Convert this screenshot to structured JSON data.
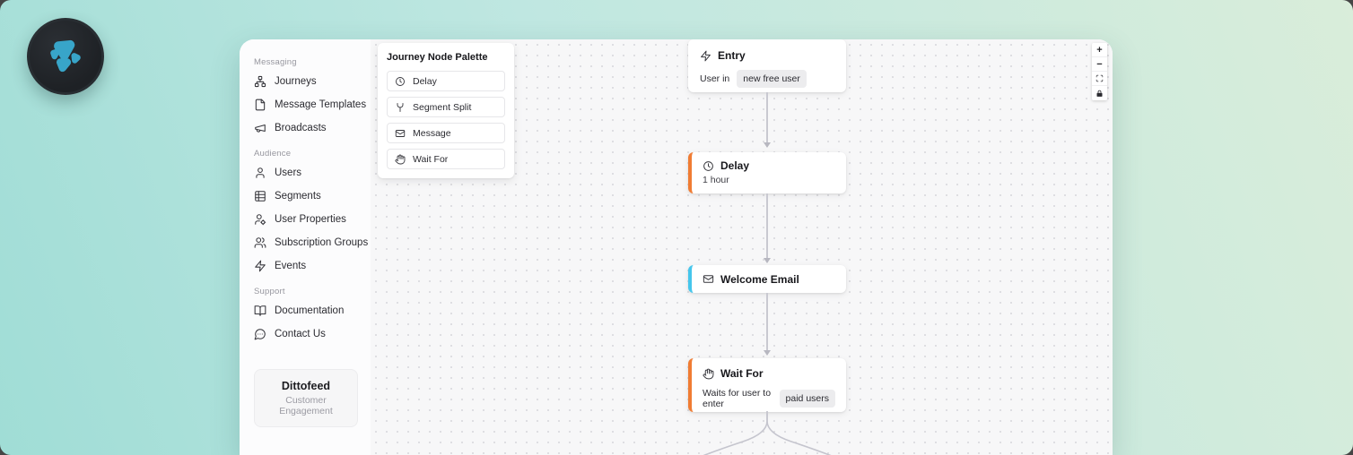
{
  "logo": {
    "icon": "dittofeed-blob-logo-icon"
  },
  "colors": {
    "gradient_start": "#a0ddd6",
    "gradient_end": "#d9edda",
    "logo_bg": "#22262a",
    "logo_teal": "#38a5c9",
    "window_bg": "#fcfcfd",
    "canvas_bg": "#f7f7f8",
    "accent_orange": "#f07c33",
    "accent_cyan": "#45c6ec",
    "pill_bg": "#ececee",
    "edge": "#c9c9d1"
  },
  "sidebar": {
    "sections": [
      {
        "label": "Messaging",
        "items": [
          {
            "label": "Journeys",
            "icon": "sitemap-icon"
          },
          {
            "label": "Message Templates",
            "icon": "file-icon"
          },
          {
            "label": "Broadcasts",
            "icon": "megaphone-icon"
          }
        ]
      },
      {
        "label": "Audience",
        "items": [
          {
            "label": "Users",
            "icon": "user-icon"
          },
          {
            "label": "Segments",
            "icon": "table-icon"
          },
          {
            "label": "User Properties",
            "icon": "user-gear-icon"
          },
          {
            "label": "Subscription Groups",
            "icon": "users-icon"
          },
          {
            "label": "Events",
            "icon": "zap-icon"
          }
        ]
      },
      {
        "label": "Support",
        "items": [
          {
            "label": "Documentation",
            "icon": "book-open-icon"
          },
          {
            "label": "Contact Us",
            "icon": "message-circle-icon"
          }
        ]
      }
    ],
    "brand": {
      "title": "Dittofeed",
      "subtitle": "Customer Engagement"
    }
  },
  "palette": {
    "title": "Journey Node Palette",
    "items": [
      {
        "label": "Delay",
        "icon": "clock-icon"
      },
      {
        "label": "Segment Split",
        "icon": "split-icon"
      },
      {
        "label": "Message",
        "icon": "mail-icon"
      },
      {
        "label": "Wait For",
        "icon": "hand-icon"
      }
    ]
  },
  "canvas": {
    "nodes": {
      "entry": {
        "title": "Entry",
        "icon": "zap-icon",
        "body_prefix": "User in",
        "badge": "new free user"
      },
      "delay": {
        "title": "Delay",
        "icon": "clock-icon",
        "subtitle": "1 hour",
        "accent": "#f07c33"
      },
      "welcome_email": {
        "title": "Welcome Email",
        "icon": "mail-icon",
        "accent": "#45c6ec"
      },
      "wait_for": {
        "title": "Wait For",
        "icon": "hand-icon",
        "body_prefix": "Waits for user to enter",
        "badge": "paid users",
        "accent": "#f07c33"
      }
    },
    "controls": {
      "zoom_in": "+",
      "zoom_out": "−",
      "fit_view": "fit-view-icon",
      "lock": "lock-icon"
    }
  }
}
